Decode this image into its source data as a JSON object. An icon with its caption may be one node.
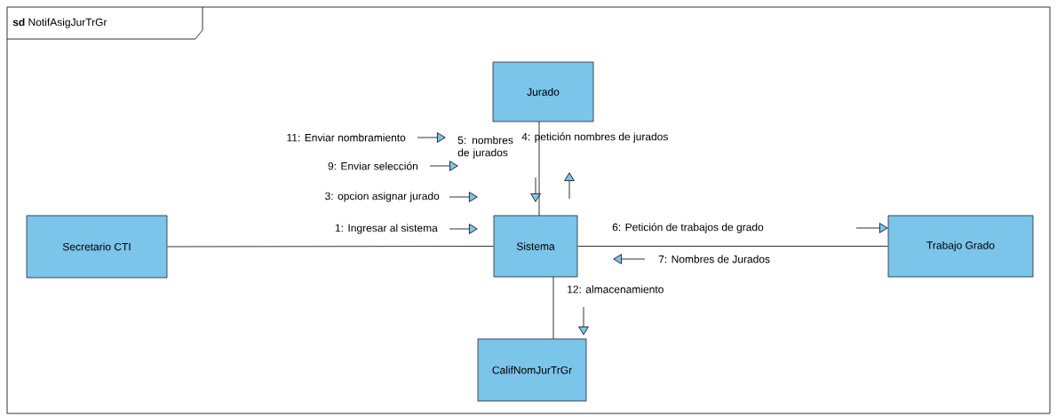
{
  "diagram": {
    "nodes": [
      {
        "text": [
          "**sd** NotifAsigJurTrGr"
        ]
      },
      {
        "text": [
          "Jurado"
        ],
        "in": 0
      },
      {
        "text": [
          "Secretario CTI"
        ],
        "in": 0
      },
      {
        "text": [
          "Sistema"
        ],
        "in": 0
      },
      {
        "text": [
          "Trabajo Grado"
        ],
        "in": 0
      },
      {
        "text": [
          "CalifNomJurTrGr"
        ],
        "in": 0
      }
    ],
    "edges": [
      {
        "from": 2,
        "to": 3,
        "arrow": "none"
      },
      {
        "from": 3,
        "to": 1,
        "arrow": "none"
      },
      {
        "from": 3,
        "to": 4,
        "arrow": "none"
      },
      {
        "from": 3,
        "to": 5,
        "arrow": "none"
      }
    ],
    "labels": [
      "11: Enviar nombramiento",
      "5: nombres de jurados",
      "4: petición nombres de jurados",
      "9: Enviar selección",
      "3: opcion asignar jurado",
      "1: Ingresar al sistema",
      "6: Petición de trabajos de grado",
      "7: Nombres de Jurados",
      "12: almacenamiento"
    ]
  }
}
